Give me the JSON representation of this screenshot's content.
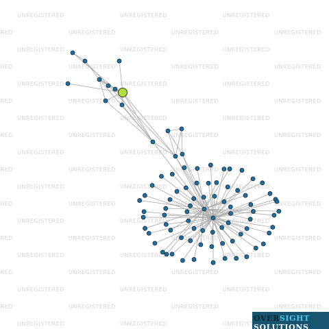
{
  "watermark_text": "UNREGISTERED",
  "logo": {
    "line1_part1": "OVER",
    "line1_part2": "SIGHT",
    "line2": "SOLUTIONS"
  },
  "colors": {
    "background": "#ffffff",
    "edge": "#a8a8a8",
    "node_fill": "#1f6fa1",
    "node_stroke": "#0b2a3c",
    "focus_node_fill": "#b3e03a",
    "watermark": "#d6d6d6",
    "logo_bg": "#16546f"
  },
  "icons": {
    "node": "circle-node-icon",
    "focus_node": "highlighted-circle-node-icon"
  }
}
